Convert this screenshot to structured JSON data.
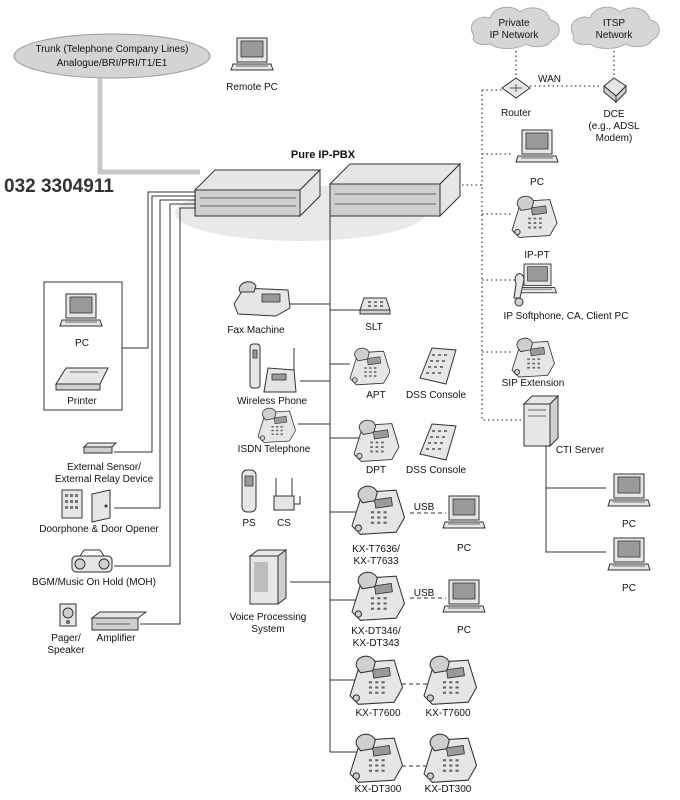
{
  "trunk": {
    "line1": "Trunk (Telephone Company Lines)",
    "line2": "Analogue/BRI/PRI/T1/E1"
  },
  "remote_pc": "Remote PC",
  "phone_number": "032 3304911",
  "pbx_title": "Pure IP-PBX",
  "clouds": {
    "private": {
      "line1": "Private",
      "line2": "IP Network"
    },
    "itsp": {
      "line1": "ITSP",
      "line2": "Network"
    }
  },
  "wan": "WAN",
  "router": "Router",
  "dce": {
    "line1": "DCE",
    "line2": "(e.g., ADSL",
    "line3": "Modem)"
  },
  "ip_side": {
    "pc": "PC",
    "ip_pt": "IP-PT",
    "softphone": "IP Softphone, CA,  Client PC",
    "sip": "SIP Extension",
    "cti": "CTI Server",
    "cti_pc1": "PC",
    "cti_pc2": "PC"
  },
  "left_side": {
    "pc": "PC",
    "printer": "Printer",
    "sensor": {
      "line1": "External Sensor/",
      "line2": "External Relay Device"
    },
    "doorphone": "Doorphone & Door Opener",
    "bgm": "BGM/Music On Hold (MOH)",
    "pager": {
      "line1": "Pager/",
      "line2": "Speaker"
    },
    "amplifier": "Amplifier"
  },
  "center": {
    "fax": "Fax Machine",
    "slt": "SLT",
    "wireless": "Wireless Phone",
    "apt": "APT",
    "dss1": "DSS Console",
    "isdn": "ISDN Telephone",
    "dpt": "DPT",
    "dss2": "DSS Console",
    "ps": "PS",
    "cs": "CS",
    "kxt7636": {
      "line1": "KX-T7636/",
      "line2": "KX-T7633"
    },
    "usb1": "USB",
    "pc1": "PC",
    "vps": {
      "line1": "Voice Processing",
      "line2": "System"
    },
    "kxdt346": {
      "line1": "KX-DT346/",
      "line2": "KX-DT343"
    },
    "usb2": "USB",
    "pc2": "PC",
    "kxt7600a": "KX-T7600",
    "kxt7600b": "KX-T7600",
    "kxdt300a": "KX-DT300",
    "kxdt300b": "KX-DT300"
  }
}
